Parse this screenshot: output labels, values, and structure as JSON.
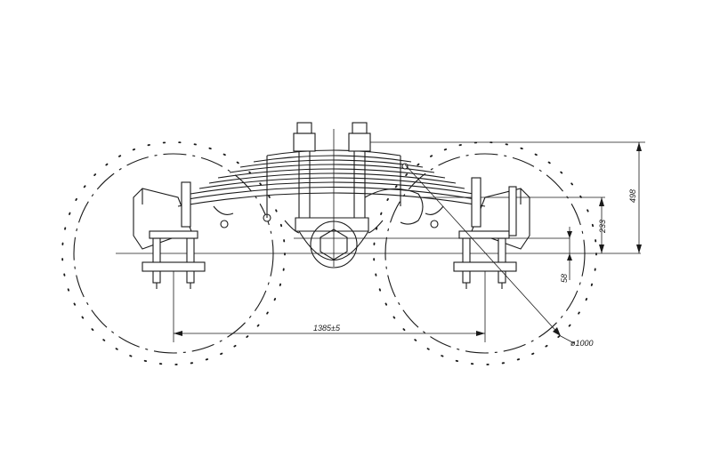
{
  "drawing": {
    "dimensions": {
      "wheelbase": "1385±5",
      "overall_height": "498",
      "axle_height": "233",
      "offset": "58",
      "wheel_diameter": "ø1000"
    }
  }
}
